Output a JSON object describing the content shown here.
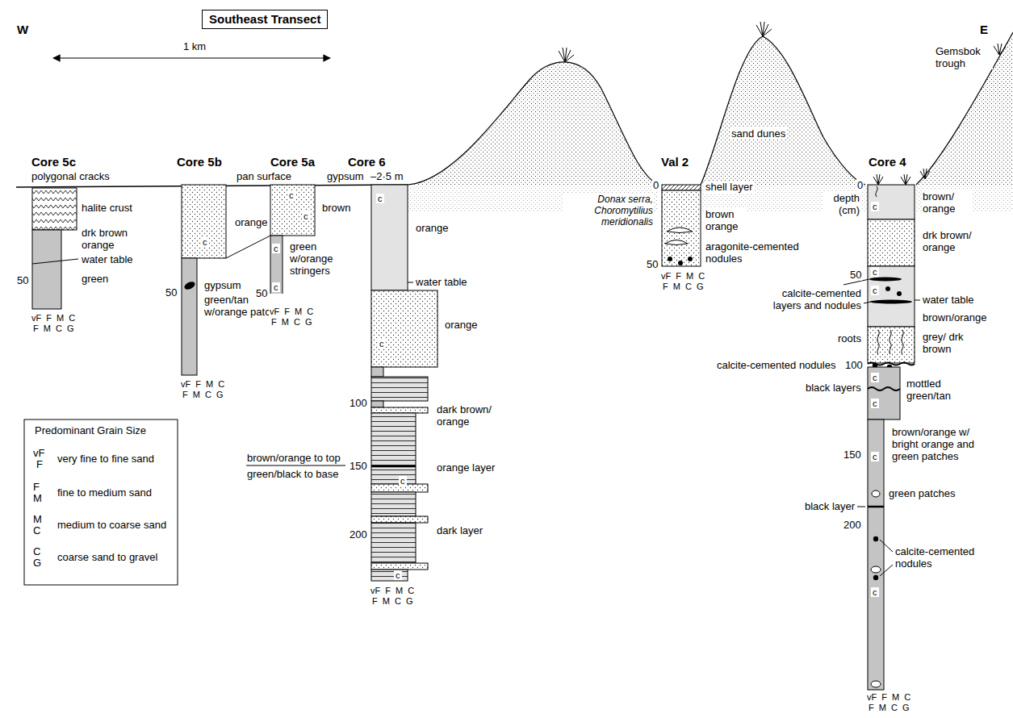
{
  "diagram": {
    "title": "Southeast Transect",
    "labels": [
      "W",
      "1 km",
      "Core 5c",
      "polygonal cracks",
      "Core 5b",
      "pan surface",
      "Core 5a",
      "Core 6",
      "gypsum",
      "–2·5 m",
      "halite crust",
      "drk brown orange",
      "water table",
      "green",
      "50",
      "vF F M C",
      "F M C G",
      "orange",
      "c",
      "gypsum",
      "green/tan w/orange patches",
      "50",
      "vF F M C",
      "F M C G",
      "c",
      "c",
      "brown",
      "c",
      "green w/orange stringers",
      "c",
      "50",
      "vF F M C",
      "F M C G",
      "c",
      "orange",
      "water table",
      "orange",
      "c",
      "100",
      "dark brown/ orange",
      "brown/orange to top",
      "green/black to base",
      "orange layer",
      "c",
      "150",
      "dark layer",
      "200",
      "c",
      "vF F M C",
      "F M C G",
      "Val 2",
      "Donax serra, Choromytilius meridionalis",
      "shell layer",
      "0",
      "brown orange",
      "aragonite-cemented nodules",
      "50",
      "vF F M C",
      "F M C G",
      "sand dunes",
      "Gemsbok trough",
      "E",
      "Core 4",
      "0",
      "depth (cm)",
      "c",
      "brown/ orange",
      "drk brown/ orange",
      "50",
      "c",
      "c",
      "calcite-cemented layers and nodules",
      "water table",
      "brown/orange",
      "roots",
      "grey/ drk brown",
      "calcite-cemented nodules",
      "100",
      "c",
      "black layers",
      "mottled green/tan",
      "c",
      "brown/orange w/ bright orange and green patches",
      "c",
      "150",
      "green patches",
      "black layer",
      "200",
      "calcite-cemented nodules",
      "c",
      "vF F M C",
      "F M C G",
      "Predominant Grain Size",
      "vF",
      "F",
      "F",
      "M",
      "M",
      "C",
      "C",
      "G"
    ],
    "legend": [
      {
        "text": "very fine to fine sand"
      },
      {
        "text": "fine to medium sand"
      },
      {
        "text": "medium to coarse sand"
      },
      {
        "text": "coarse sand to gravel"
      }
    ]
  }
}
